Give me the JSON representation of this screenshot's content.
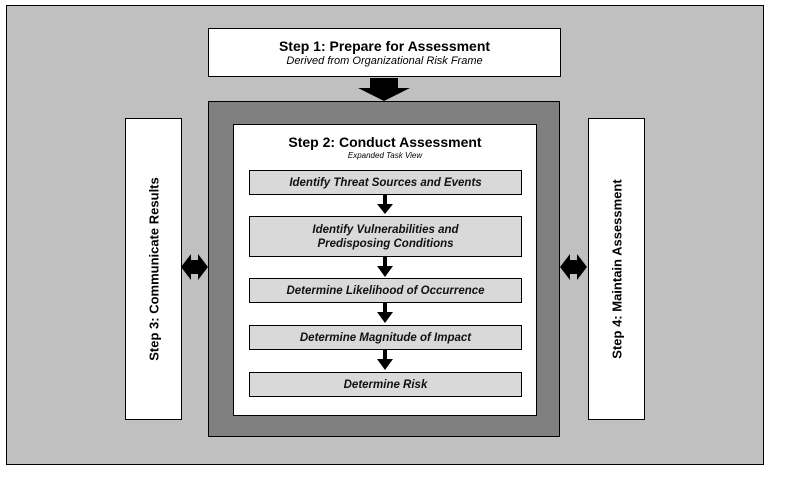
{
  "step1": {
    "title": "Step 1: Prepare for Assessment",
    "subtitle": "Derived from Organizational Risk Frame"
  },
  "step2": {
    "title": "Step 2: Conduct Assessment",
    "subtitle": "Expanded Task View",
    "tasks": [
      {
        "line1": "Identify Threat Sources and Events",
        "line2": ""
      },
      {
        "line1": "Identify Vulnerabilities and",
        "line2": "Predisposing Conditions"
      },
      {
        "line1": "Determine Likelihood of Occurrence",
        "line2": ""
      },
      {
        "line1": "Determine Magnitude of Impact",
        "line2": ""
      },
      {
        "line1": "Determine Risk",
        "line2": ""
      }
    ]
  },
  "step3": {
    "title": "Step 3: Communicate Results"
  },
  "step4": {
    "title": "Step 4: Maintain Assessment"
  },
  "colors": {
    "background": "#c0c0c0",
    "assessment_frame": "#808080",
    "task_fill": "#d9d9d9",
    "arrow": "#000000"
  }
}
